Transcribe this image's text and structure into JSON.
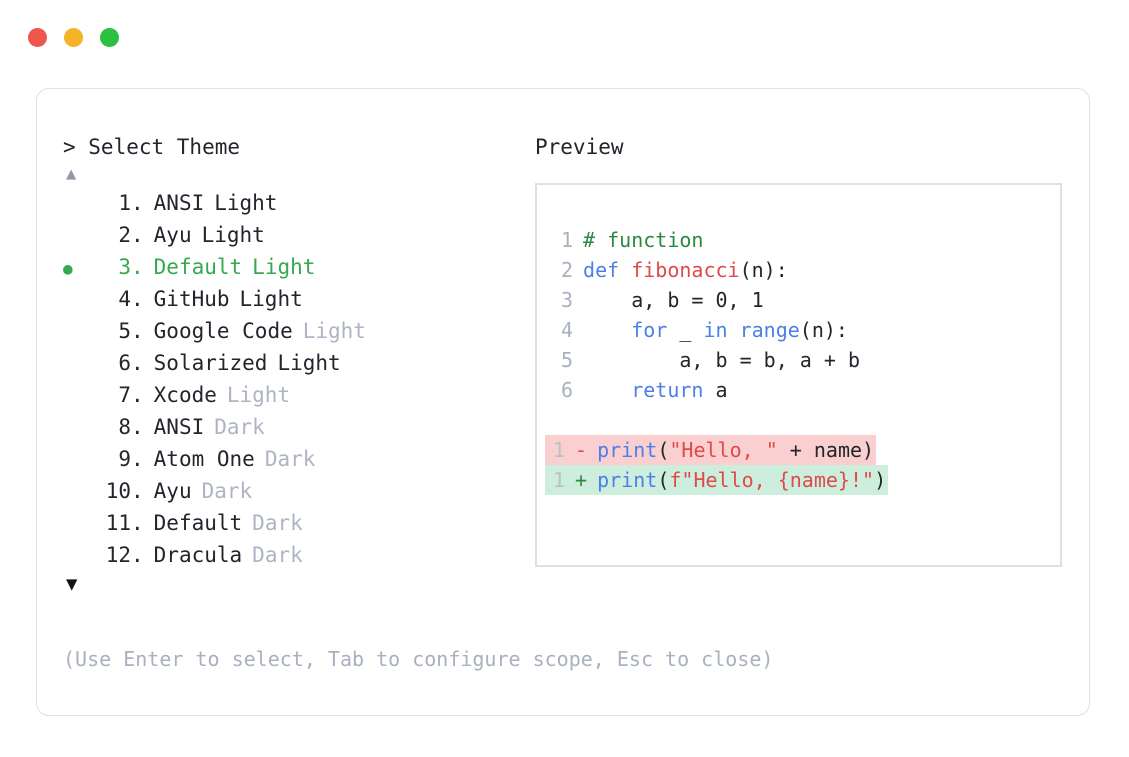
{
  "window": {
    "traffic_lights": [
      {
        "name": "close",
        "color": "#f05650"
      },
      {
        "name": "minimize",
        "color": "#f5b427"
      },
      {
        "name": "maximize",
        "color": "#2bc040"
      }
    ]
  },
  "left": {
    "prompt": "> Select Theme",
    "scroll_up_glyph": "▲",
    "scroll_down_glyph": "▼",
    "selected_index": 3,
    "bullet_glyph": "●",
    "dot_glyph": ".",
    "items": [
      {
        "index": "1",
        "name": "ANSI",
        "suffix": "Light",
        "suffix_dim": false,
        "selected": false
      },
      {
        "index": "2",
        "name": "Ayu",
        "suffix": "Light",
        "suffix_dim": false,
        "selected": false
      },
      {
        "index": "3",
        "name": "Default",
        "suffix": "Light",
        "suffix_dim": false,
        "selected": true
      },
      {
        "index": "4",
        "name": "GitHub",
        "suffix": "Light",
        "suffix_dim": false,
        "selected": false
      },
      {
        "index": "5",
        "name": "Google Code",
        "suffix": "Light",
        "suffix_dim": true,
        "selected": false
      },
      {
        "index": "6",
        "name": "Solarized",
        "suffix": "Light",
        "suffix_dim": false,
        "selected": false
      },
      {
        "index": "7",
        "name": "Xcode",
        "suffix": "Light",
        "suffix_dim": true,
        "selected": false
      },
      {
        "index": "8",
        "name": "ANSI",
        "suffix": "Dark",
        "suffix_dim": true,
        "selected": false
      },
      {
        "index": "9",
        "name": "Atom One",
        "suffix": "Dark",
        "suffix_dim": true,
        "selected": false
      },
      {
        "index": "10",
        "name": "Ayu",
        "suffix": "Dark",
        "suffix_dim": true,
        "selected": false
      },
      {
        "index": "11",
        "name": "Default",
        "suffix": "Dark",
        "suffix_dim": true,
        "selected": false
      },
      {
        "index": "12",
        "name": "Dracula",
        "suffix": "Dark",
        "suffix_dim": true,
        "selected": false
      }
    ],
    "hint": "(Use Enter to select, Tab to configure scope, Esc to close)"
  },
  "preview": {
    "title": "Preview",
    "code_lines": [
      {
        "ln": "1",
        "tokens": [
          {
            "t": "# function",
            "c": "com"
          }
        ]
      },
      {
        "ln": "2",
        "tokens": [
          {
            "t": "def ",
            "c": "kw"
          },
          {
            "t": "fibonacci",
            "c": "fn"
          },
          {
            "t": "(n):",
            "c": "pln"
          }
        ]
      },
      {
        "ln": "3",
        "tokens": [
          {
            "t": "    a, b = 0, 1",
            "c": "pln"
          }
        ]
      },
      {
        "ln": "4",
        "tokens": [
          {
            "t": "    ",
            "c": "pln"
          },
          {
            "t": "for",
            "c": "kw"
          },
          {
            "t": " _ ",
            "c": "pln"
          },
          {
            "t": "in range",
            "c": "kw"
          },
          {
            "t": "(n):",
            "c": "pln"
          }
        ]
      },
      {
        "ln": "5",
        "tokens": [
          {
            "t": "        a, b = b, a + b",
            "c": "pln"
          }
        ]
      },
      {
        "ln": "6",
        "tokens": [
          {
            "t": "    ",
            "c": "pln"
          },
          {
            "t": "return",
            "c": "kw"
          },
          {
            "t": " a",
            "c": "pln"
          }
        ]
      }
    ],
    "diff_lines": [
      {
        "ln": "1",
        "kind": "del",
        "marker": "-",
        "tokens": [
          {
            "t": "print",
            "c": "blt"
          },
          {
            "t": "(",
            "c": "pln"
          },
          {
            "t": "\"Hello, \"",
            "c": "str"
          },
          {
            "t": " + name)",
            "c": "pln"
          }
        ]
      },
      {
        "ln": "1",
        "kind": "add",
        "marker": "+",
        "tokens": [
          {
            "t": "print",
            "c": "blt"
          },
          {
            "t": "(",
            "c": "pln"
          },
          {
            "t": "f\"Hello, {name}!\"",
            "c": "str"
          },
          {
            "t": ")",
            "c": "pln"
          }
        ]
      }
    ],
    "diff_colors": {
      "deleted_bg": "#f9cfcf",
      "added_bg": "#cdeedd"
    }
  },
  "colors": {
    "accent_selected": "#36a852",
    "text": "#22252b",
    "dim": "#aeb4c4",
    "border": "#dcdfe6",
    "comment": "#2a8a3e",
    "keyword": "#4d7fe8",
    "function": "#e04a4a",
    "string": "#e04a4a"
  }
}
